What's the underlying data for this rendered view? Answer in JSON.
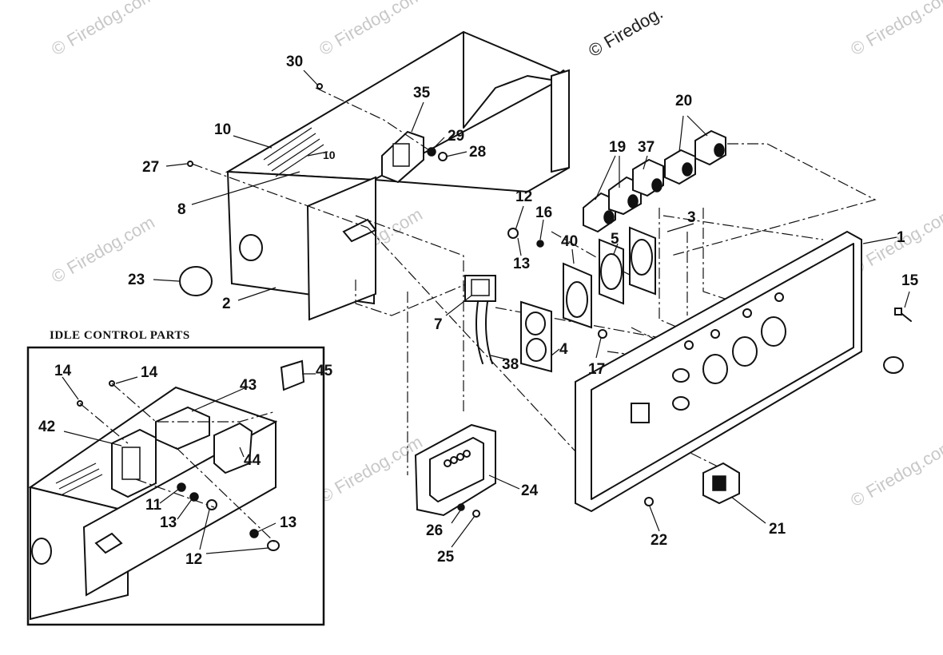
{
  "inset": {
    "title": "IDLE CONTROL PARTS"
  },
  "watermark": {
    "text": "© Firedog.com",
    "top_text": "© Firedog."
  },
  "callouts": {
    "c30": "30",
    "c35": "35",
    "c10a": "10",
    "c10b": "10",
    "c29": "29",
    "c28": "28",
    "c27": "27",
    "c8": "8",
    "c23": "23",
    "c2": "2",
    "c20": "20",
    "c19": "19",
    "c37": "37",
    "c12": "12",
    "c16": "16",
    "c3": "3",
    "c13": "13",
    "c40": "40",
    "c5": "5",
    "c1": "1",
    "c15": "15",
    "c7": "7",
    "c4": "4",
    "c38": "38",
    "c17": "17",
    "c24": "24",
    "c26": "26",
    "c25": "25",
    "c22": "22",
    "c21": "21",
    "i14a": "14",
    "i14b": "14",
    "i45": "45",
    "i43": "43",
    "i42": "42",
    "i44": "44",
    "i11": "11",
    "i13a": "13",
    "i13b": "13",
    "i12": "12"
  }
}
